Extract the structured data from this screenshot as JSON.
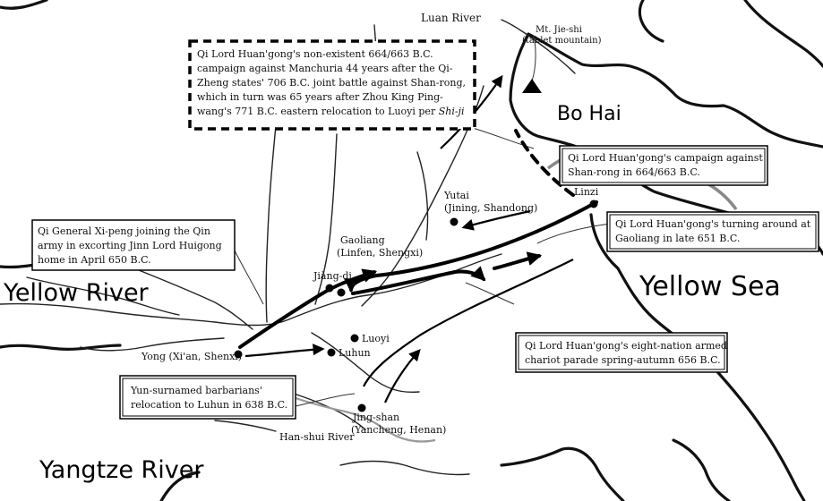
{
  "labels": {
    "luan_river": "Luan River",
    "mt_jieshi_1": "Mt. Jie-shi",
    "mt_jieshi_2": "(tablet mountain)",
    "bo_hai": "Bo Hai",
    "yellow_sea": "Yellow Sea",
    "yellow_river": "Yellow River",
    "yangtze_river": "Yangtze River",
    "hanshui_river": "Han-shui River",
    "yutai_1": "Yutai",
    "yutai_2": "(Jining, Shandong)",
    "linzi": "Linzi",
    "gaoliang_1": "Gaoliang",
    "gaoliang_2": "(Linfen, Shengxi)",
    "jiangdi": "Jiàng-di",
    "luoyi": "Luoyi",
    "luhun": "Luhun",
    "yong": "Yong (Xi'an, Shenxi)",
    "jingshan_1": "Jing-shan",
    "jingshan_2": "(Yancheng, Henan)"
  },
  "annotations": {
    "manchuria": [
      "Qi Lord Huan'gong's non-existent 664/663 B.C.",
      "campaign against Manchuria 44 years after the Qi-",
      "Zheng states' 706 B.C. joint battle against Shan-rong,",
      "which in turn was 65 years after Zhou King Ping-",
      "wang's 771 B.C. eastern relocation to Luoyi per "
    ],
    "manchuria_source": "Shi-ji",
    "shanrong": [
      "Qi Lord Huan'gong's campaign against",
      "Shan-rong in 664/663 B.C."
    ],
    "gaoliang_turn": [
      "Qi Lord Huan'gong's turning around at",
      "Gaoliang in late 651 B.C."
    ],
    "xipeng": [
      "Qi General Xi-peng joining the Qin",
      "army in excorting Jinn Lord Huigong",
      "home in April 650 B.C."
    ],
    "parade": [
      "Qi Lord Huan'gong's eight-nation armed",
      "chariot parade spring-autumn 656 B.C."
    ],
    "yun": [
      "Yun-surnamed barbarians'",
      "relocation to Luhun in 638 B.C."
    ]
  }
}
